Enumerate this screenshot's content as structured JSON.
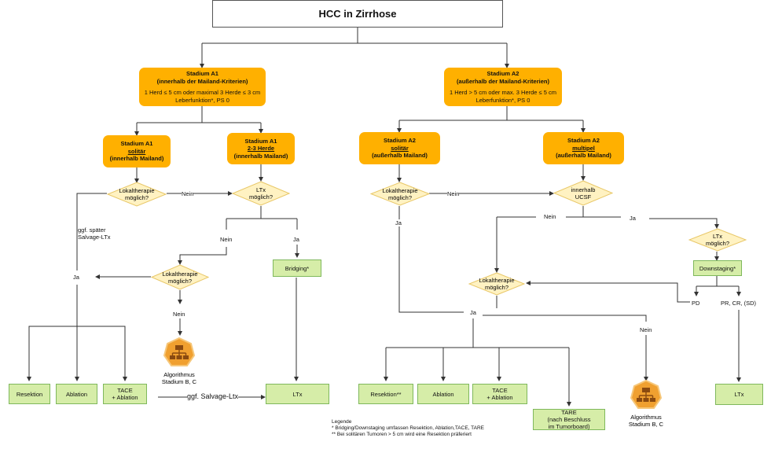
{
  "title": "HCC in Zirrhose",
  "stage_a1": {
    "title": "Stadium A1",
    "subtitle": "(innerhalb der Mailand-Kriterien)",
    "criteria": "1 Herd ≤ 5 cm oder maximal 3 Herde ≤ 3 cm",
    "function": "Leberfunktion*, PS 0"
  },
  "stage_a2": {
    "title": "Stadium A2",
    "subtitle": "(außerhalb der Mailand-Kriterien)",
    "criteria": "1 Herd > 5 cm oder max. 3 Herde  ≤  5 cm",
    "function": "Leberfunktion*, PS 0"
  },
  "a1_solitaer": {
    "line1": "Stadium A1",
    "line2": "solitär",
    "line3": "(innerhalb Mailand)"
  },
  "a1_herde": {
    "line1": "Stadium A1",
    "line2": "2-3 Herde",
    "line3": "(innerhalb Mailand)"
  },
  "a2_solitaer": {
    "line1": "Stadium A2",
    "line2": "solitär",
    "line3": "(außerhalb Mailand)"
  },
  "a2_multipel": {
    "line1": "Stadium A2",
    "line2": "multipel",
    "line3": "(außerhalb Mailand)"
  },
  "decisions": {
    "lokal1": {
      "line1": "Lokaltherapie",
      "line2": "möglich?"
    },
    "ltx1": {
      "line1": "LTx",
      "line2": "möglich?"
    },
    "lokal2": {
      "line1": "Lokaltherapie",
      "line2": "möglich?"
    },
    "lokal3": {
      "line1": "Lokaltherapie",
      "line2": "möglich?"
    },
    "ucsf": {
      "line1": "innerhalb",
      "line2": "UCSF"
    },
    "ltx2": {
      "line1": "LTx",
      "line2": "möglich?"
    },
    "lokal4": {
      "line1": "Lokaltherapie",
      "line2": "möglich?"
    }
  },
  "labels": {
    "nein1": "Nein",
    "salvage1": "ggf. später",
    "salvage2": "Salvage-LTx",
    "ja1": "Ja",
    "nein2": "Nein",
    "ja2": "Ja",
    "nein3": "Nein",
    "nein4": "Nein",
    "ja3": "Ja",
    "nein5": "Nein",
    "ja4": "Ja",
    "ja5": "Ja",
    "nein6": "Nein",
    "pd": "PD",
    "prcr": "PR, CR, (SD)",
    "salvage_big": "ggf. Salvage-Ltx"
  },
  "actions": {
    "bridging": "Bridging*",
    "downstaging": "Downstaging*",
    "resektion1": "Resektion",
    "ablation1": "Ablation",
    "tace1_l1": "TACE",
    "tace1_l2": "+ Ablation",
    "ltx1": "LTx",
    "resektion2": "Resektion**",
    "ablation2": "Ablation",
    "tace2_l1": "TACE",
    "tace2_l2": "+ Ablation",
    "tare_l1": "TARE",
    "tare_l2": "(nach Beschluss",
    "tare_l3": "im Tumorboard)",
    "ltx2": "LTx"
  },
  "algorithm1": {
    "line1": "Algorithmus",
    "line2": "Stadium B, C",
    "icon": "hierarchy-icon"
  },
  "algorithm2": {
    "line1": "Algorithmus",
    "line2": "Stadium B, C",
    "icon": "hierarchy-icon"
  },
  "legend": {
    "title": "Legende",
    "item1": "*  Bridging/Downstaging umfassen Resektion, Ablation,TACE, TARE",
    "item2": "** Bei solitären Tumoren > 5 cm wird eine Resektion präferiert"
  },
  "colors": {
    "stage": "#FFB000",
    "action": "#D6EDA8",
    "action_border": "#7FB85C",
    "decision": "#FFF2C2",
    "decision_border": "#E8C767",
    "algo_icon": "#F0A030"
  }
}
